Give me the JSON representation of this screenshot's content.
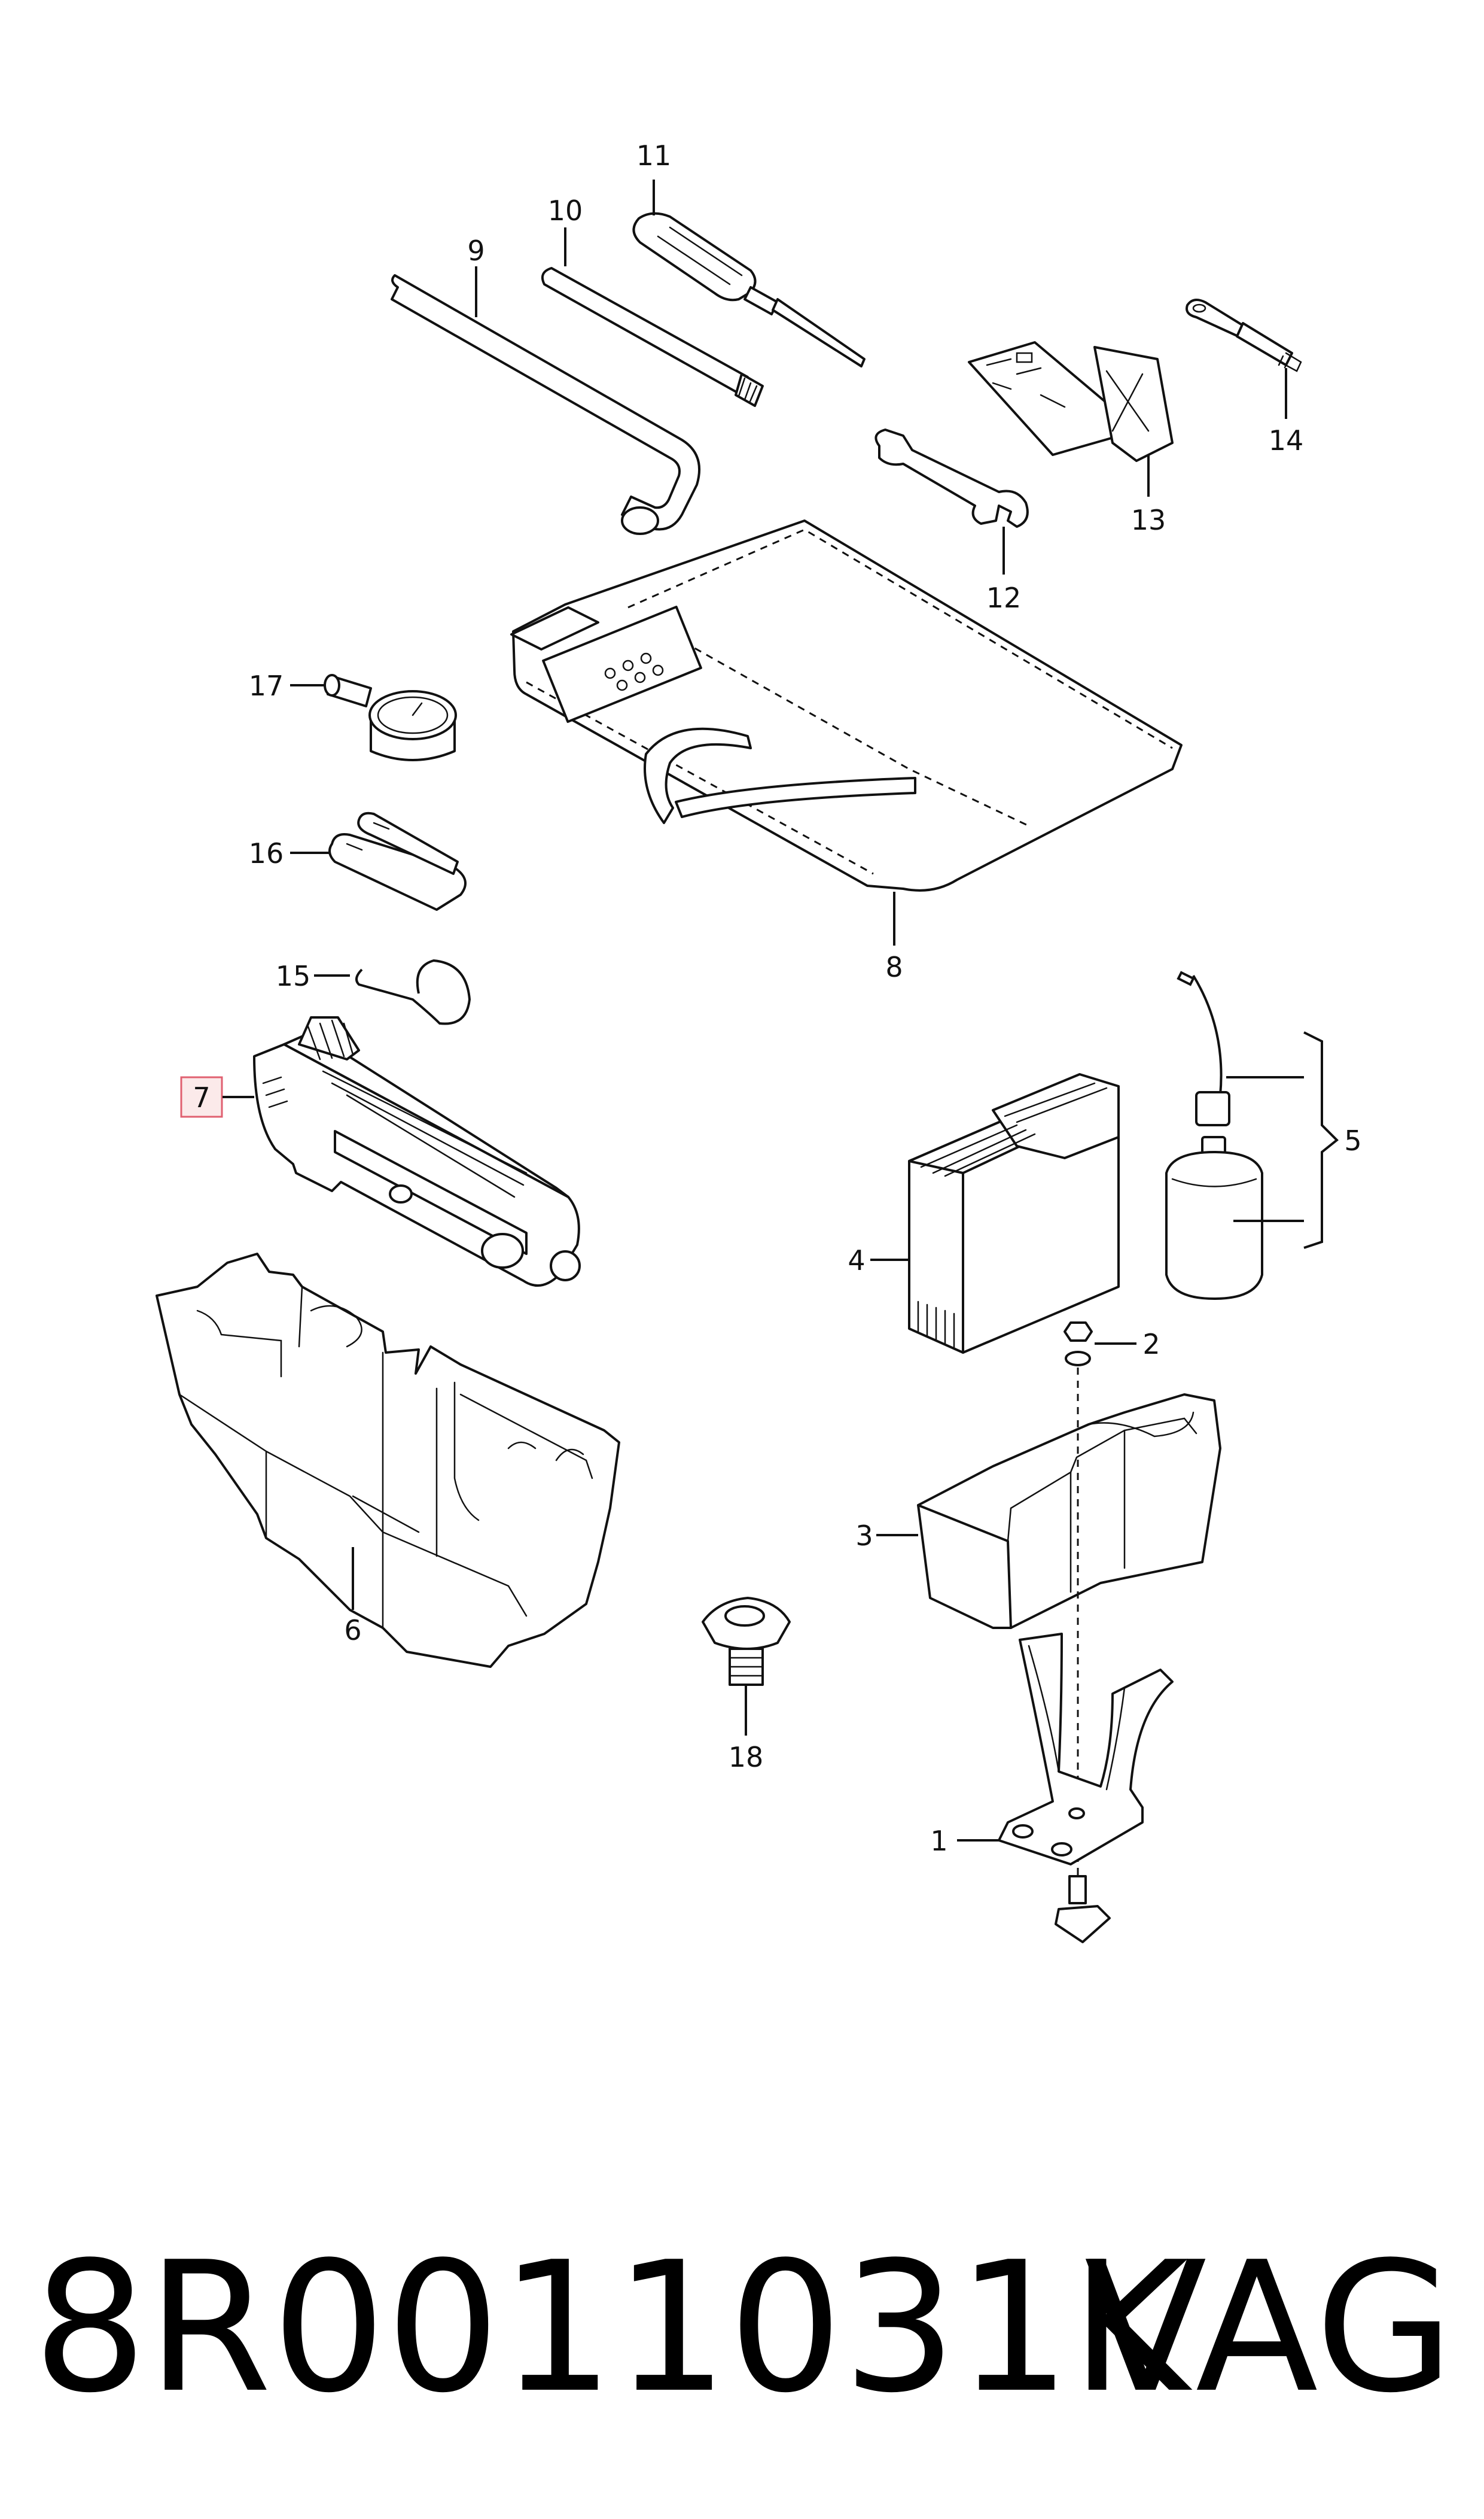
{
  "callouts": {
    "c1": "1",
    "c2": "2",
    "c3": "3",
    "c4": "4",
    "c5": "5",
    "c6": "6",
    "c7": "7",
    "c8": "8",
    "c9": "9",
    "c10": "10",
    "c11": "11",
    "c12": "12",
    "c13": "13",
    "c14": "14",
    "c15": "15",
    "c16": "16",
    "c17": "17",
    "c18": "18"
  },
  "highlighted_callout": "7",
  "highlight_color": "#e06070",
  "footer": {
    "part_number": "8R0011031K",
    "brand": "VAG"
  }
}
